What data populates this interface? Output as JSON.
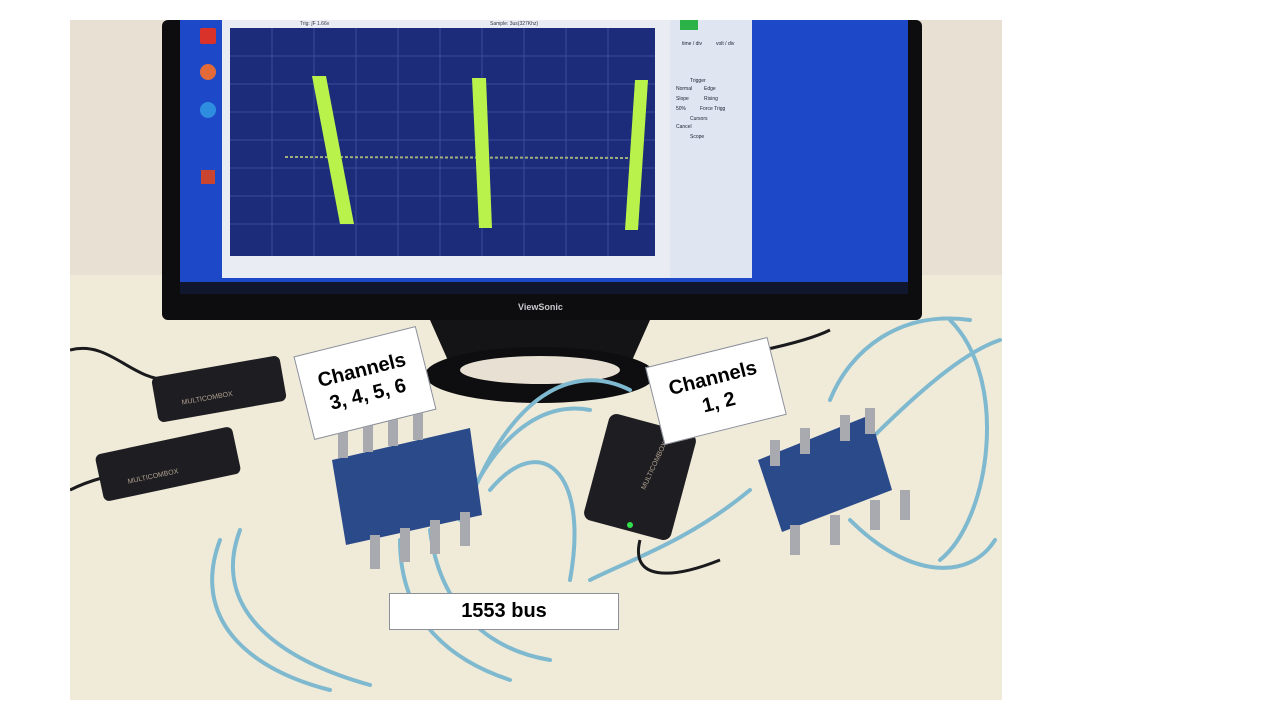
{
  "labels": {
    "channels_left": "Channels\n3, 4, 5, 6",
    "channels_right": "Channels\n1, 2",
    "bus": "1553 bus"
  },
  "monitor": {
    "brand": "ViewSonic",
    "scope_header": {
      "trigger": "Trig: ∫F 1.66v",
      "sample": "Sample: 3us(327Khz)"
    },
    "panel": {
      "time_div": "time / div",
      "volt_div": "volt / div",
      "trigger": "Trigger",
      "trigger_mode": "Normal",
      "trigger_type": "Edge",
      "slope": "Slope",
      "slope_value": "Rising",
      "level": "50%",
      "force_trigger": "Force Trigg",
      "cursors": "Cursors",
      "cancel": "Cancel",
      "scope": "Scope"
    }
  },
  "devices": {
    "usb_brand": "MULTICOMBOX"
  },
  "colors": {
    "screen_bg": "#1e2f8e",
    "waveform": "#b9f24a",
    "cable": "#7fb9cf",
    "coupler": "#2a4a8a",
    "usb_box": "#1e1e22"
  }
}
